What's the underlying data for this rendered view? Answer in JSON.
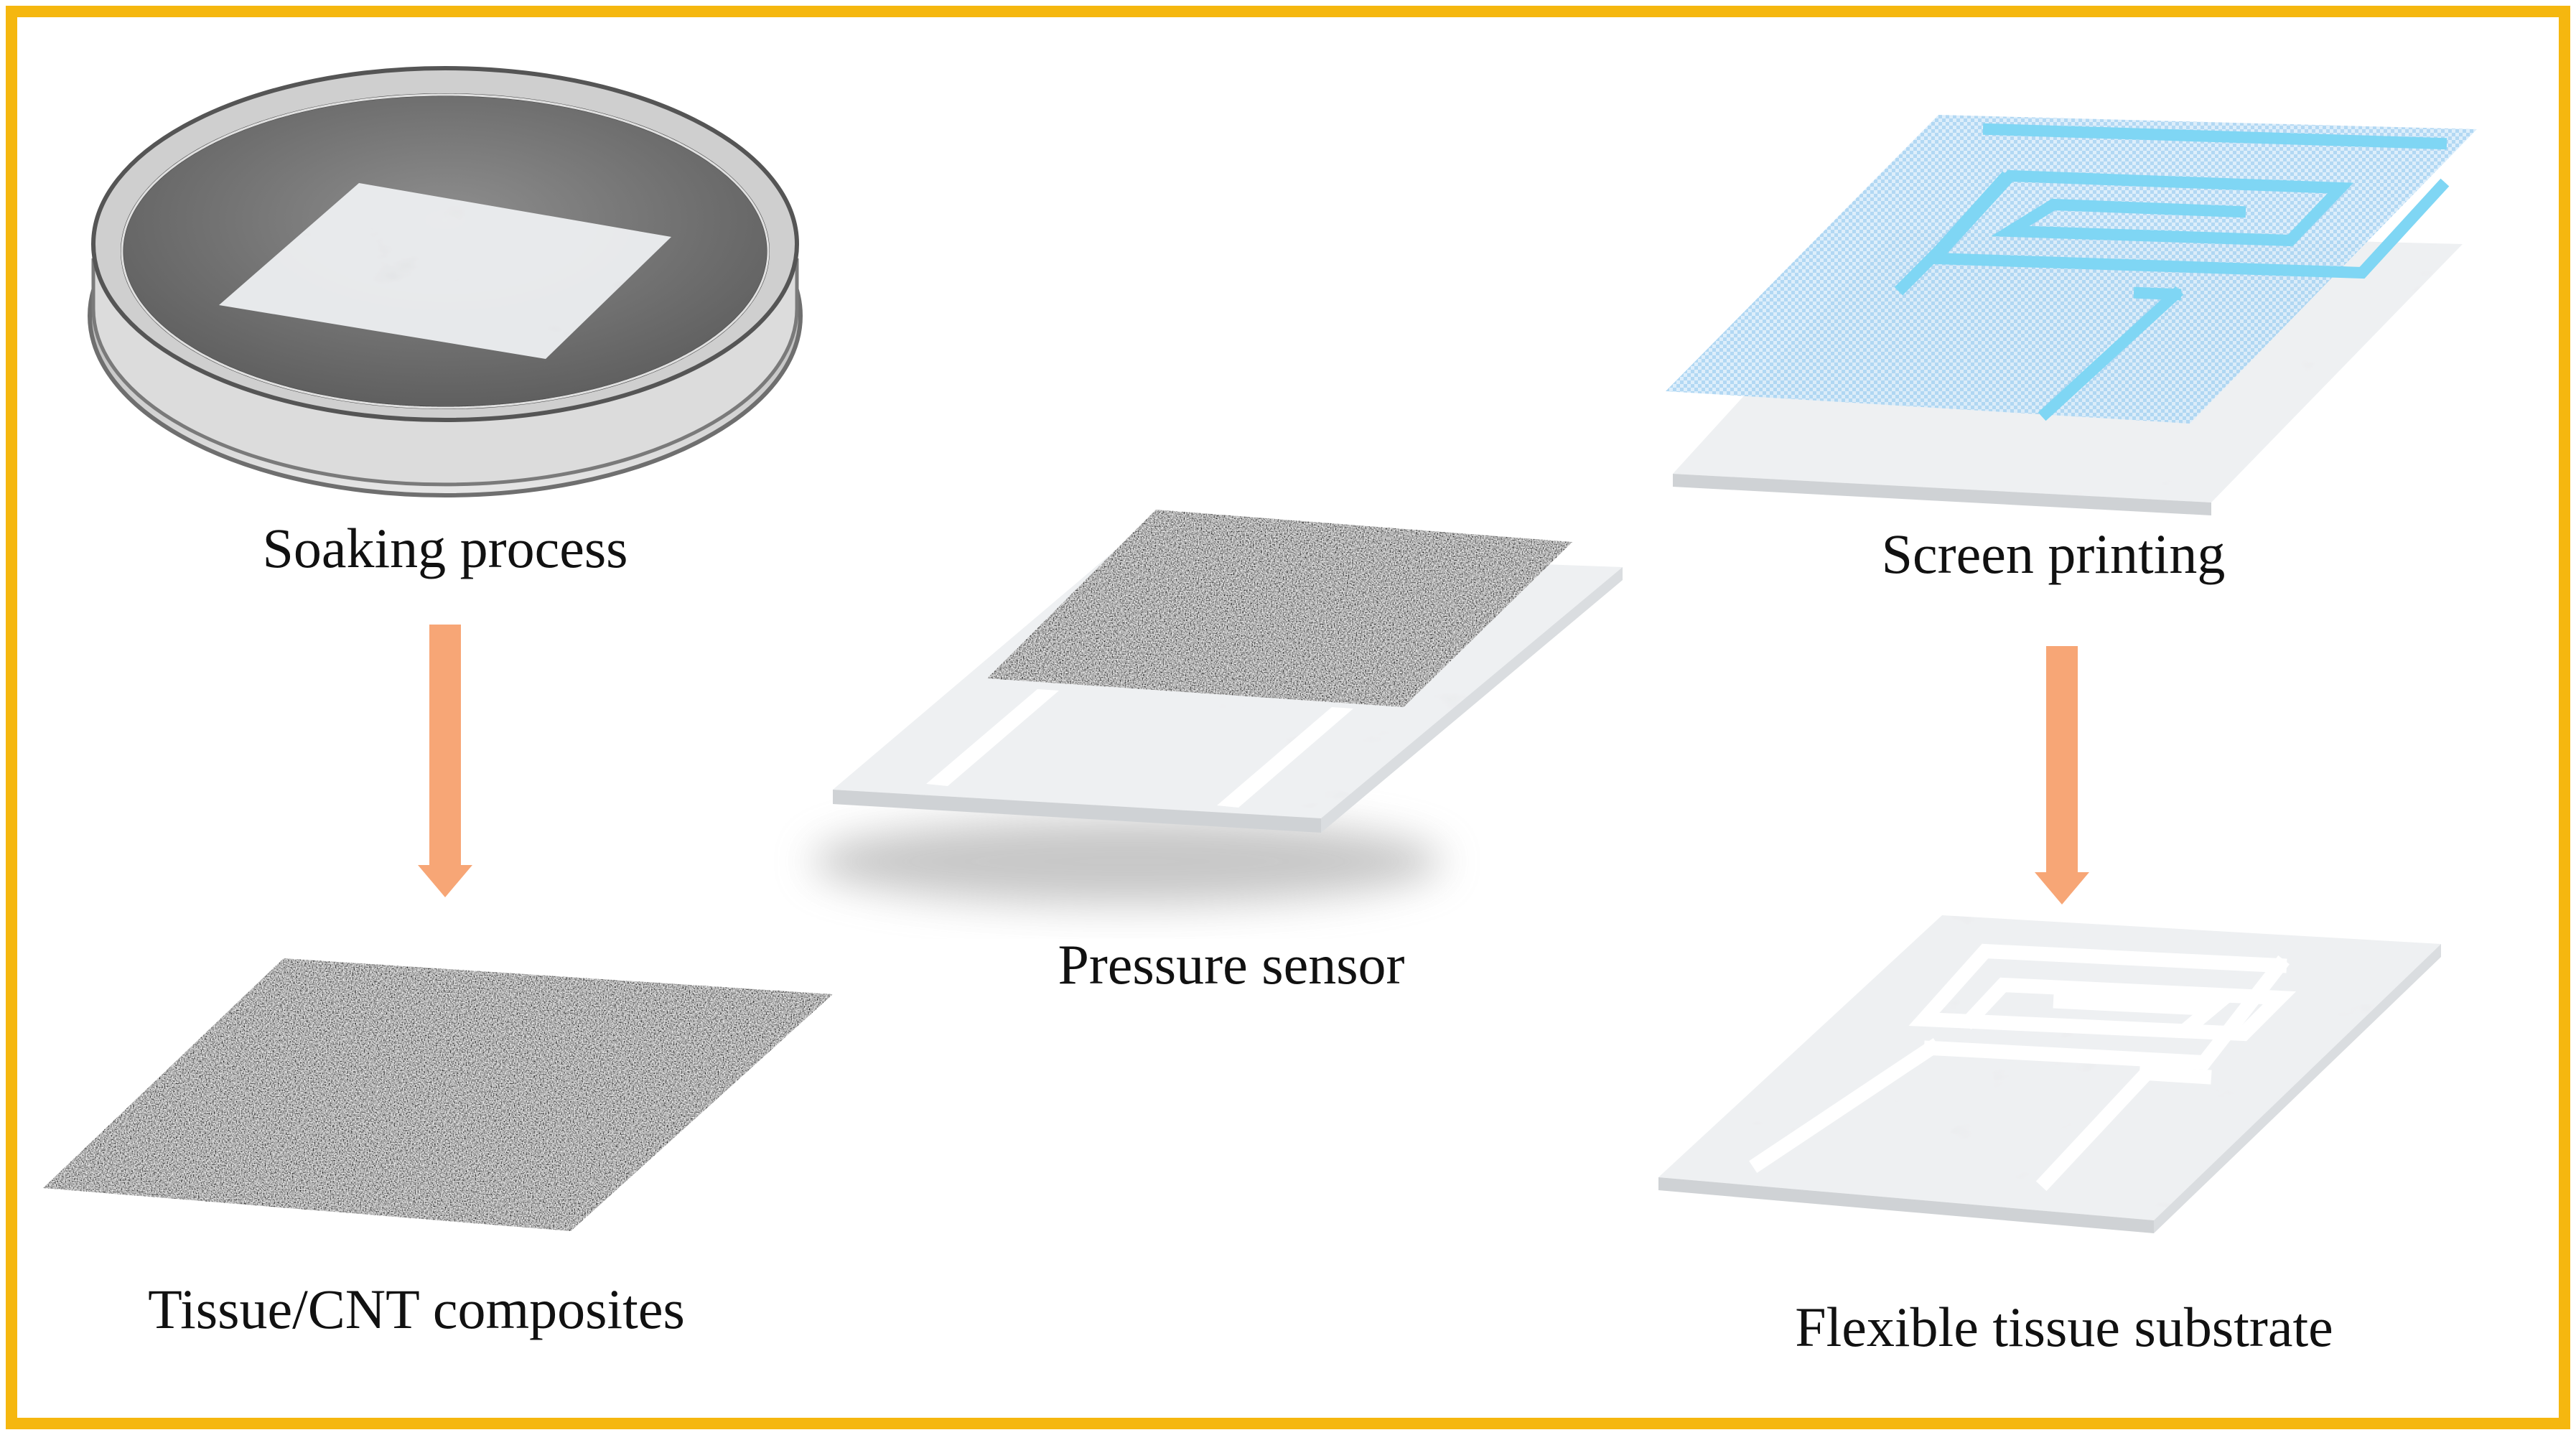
{
  "colors": {
    "frame": "#F5B70F",
    "arrow": "#F7A676",
    "screen_mesh": "#A9D4F2",
    "screen_pattern": "#7FD6F4",
    "cnt_dark": "#5a5a5a",
    "tissue": "#eef0f2"
  },
  "labels": {
    "soaking": "Soaking process",
    "tissue_cnt": "Tissue/CNT composites",
    "pressure": "Pressure sensor",
    "screen": "Screen printing",
    "flexible": "Flexible tissue substrate"
  },
  "icons": {
    "petri_dish": "petri-dish-icon",
    "arrow": "arrow-down-icon"
  }
}
